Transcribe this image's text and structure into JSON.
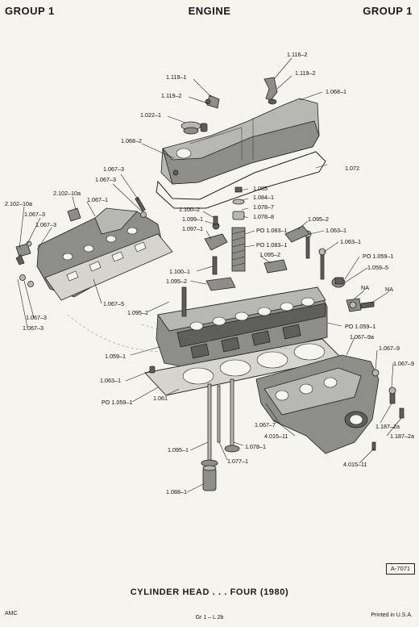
{
  "header": {
    "left": "GROUP 1",
    "center": "ENGINE",
    "right": "GROUP 1"
  },
  "callouts": {
    "c1116_2": "1.116–2",
    "c1119_1": "1.119–1",
    "c1119_2a": "1.119–2",
    "c1119_2b": "1.119–2",
    "c1068_1": "1.068–1",
    "c1022_1": "1.022–1",
    "c1068_2": "1.068–2",
    "c1072": "1.072",
    "c1067_3a": "1.067–3",
    "c1067_3b": "1.067–3",
    "c2102_10a_a": "2.102–10a",
    "c1067_1": "1.067–1",
    "c2102_10a_b": "2.102–10a",
    "c1067_3c": "1.067–3",
    "c1067_3d": "1.067–3",
    "c1085": "1.085",
    "c1084_1": "1.084–1",
    "c1078_7": "1.078–7",
    "c1078_8": "1.078–8",
    "c1100_2": "1.100–2",
    "c1099_1": "1.099–1",
    "c1097_1": "1.097–1",
    "c1095_2a": "1.095–2",
    "c1063_1a": "1.063–1",
    "c1063_1b": "1.063–1",
    "cPO1083_1a": "PO 1.083–1",
    "cPO1083_1b": "PO 1.083–1",
    "c1095_2b": "1.095–2",
    "cPO1059_1a": "PO 1.059–1",
    "c1059_5": "1.059–5",
    "c1100_1": "1.100–1",
    "c1095_2c": "1.095–2",
    "cNA1": "NA",
    "cNA2": "NA",
    "c1067_5": "1.067–5",
    "c1095_2d": "1.095–2",
    "c1067_3e": "1.067–3",
    "c1067_3f": "1.067–3",
    "cPO1059_1b": "PO 1.059–1",
    "c1067_9a": "1.067–9a",
    "c1067_9b": "1.067–9",
    "c1067_9c": "1.067–9",
    "c1059_1": "1.059–1",
    "c1063_1c": "1.063–1",
    "cPO1059_1c": "PO 1.059–1",
    "c1061": "1.061",
    "c1067_7": "1.067–7",
    "c4015_11a": "4.015–11",
    "c1187_2a_a": "1.187–2a",
    "c1187_2a_b": "1.187–2a",
    "c1095_1": "1.095–1",
    "c1078_1": "1.078–1",
    "c1077_1": "1.077–1",
    "c4015_11b": "4.015–11",
    "c1088_1": "1.088–1"
  },
  "reference": "A-7071",
  "caption": "CYLINDER HEAD . . . FOUR (1980)",
  "footer": {
    "left": "AMC",
    "center": "Gr  1  –  L  2b",
    "right": "Printed  in U.S.A."
  }
}
